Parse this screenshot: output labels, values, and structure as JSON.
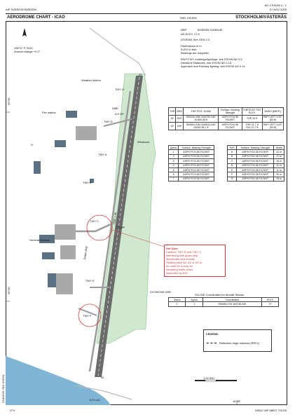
{
  "header": {
    "page_ref": "AD 2 ESOW 2 - 1",
    "date": "27 NOV 2025",
    "publisher": "AIP SVERIGE/SWEDEN",
    "chart_title": "AERODROME CHART - ICAO",
    "twr_freq": "TWR 130.605",
    "aerodrome_name": "STOCKHOLM/VÄSTERÅS"
  },
  "info": {
    "arp_label": "ARP:",
    "arp_value": "593523N 0163815E",
    "ad_elev": "AD ELEV:  21 ft",
    "legend_see": "LEGEND See GEN 2.3",
    "dims_1": "Dimensions in m.",
    "dims_2": "ELEV in feet.",
    "dims_3": "Bearings are magnetic.",
    "note_1": "RWY/TWY markings/lightings, see ESOW AD 2.9.",
    "note_2": "Declared Distances, see ESOW AD 2.13.",
    "note_3": "Approach and Runway lighting, see ESOW AD 2.14."
  },
  "var": {
    "line1": "VAR 6° E 2020",
    "line2": "Annual change +0.2°"
  },
  "rwy_table": {
    "headers": [
      "THR",
      "BRG",
      "THR POS, GUND",
      "Surface, Bearing Strength",
      "THR ELEV TDZ ELEV",
      "VASIS (MEHT)"
    ],
    "rows": [
      [
        "02",
        "009°",
        "593440.49N 0163752.04E GUND 84 ft",
        "ASPH PCN 58 F/C/W/T",
        "THR 20 ft",
        "PAPI LEFT 3.00° (54 ft)"
      ],
      [
        "20",
        "189°",
        "593604.22N 0163813.81E GUND 85.7 ft",
        "ASPH PCN 58 F/C/W/T",
        "THR 21.7 ft TDZ 21.7 ft",
        "PAPI LEFT 3.00° (59 ft)"
      ]
    ]
  },
  "apron_table": {
    "headers": [
      "Apron",
      "Surface, Bearing Strength"
    ],
    "rows": [
      [
        "1",
        "ASPH PCN 58 F/C/W/T"
      ],
      [
        "2",
        "ASPH PCN 58 F/C/W/T"
      ],
      [
        "3",
        "ASPH PCN 58 F/C/W/T"
      ],
      [
        "4",
        "ASPH PCN 58 F/C/W/T"
      ],
      [
        "5",
        "ASPH PCN 58 F/C/W/T"
      ],
      [
        "6",
        "ASPH PCN 58 F/C/W/T"
      ],
      [
        "7",
        "ASPH PCN 58 F/C/W/T"
      ]
    ]
  },
  "twy_table": {
    "headers": [
      "TWY",
      "Surface, Bearing Strength",
      "Width"
    ],
    "rows": [
      [
        "A",
        "ASPH PCN 58 F/C/W/T",
        "23 m"
      ],
      [
        "B",
        "ASPH PCN 58 F/C/W/T",
        "17 m"
      ],
      [
        "C",
        "ASPH PCN 58 F/C/W/T",
        "15 m"
      ],
      [
        "D",
        "ASPH PCN 58 F/C/W/T",
        "11 m"
      ],
      [
        "E",
        "ASPH PCN 58 F/C/W/T",
        "11 m"
      ],
      [
        "F",
        "ASPH PCN 58 F/C/W/T",
        "20 m"
      ],
      [
        "G",
        "ASPH PCN 58 F/C/W/T",
        "15 m"
      ]
    ]
  },
  "hotspot": {
    "title": "Hot Spot",
    "line1": "Caution! TWY B and TWY C",
    "line2": "interfering with grass strip",
    "line3": "departures and arrivals.",
    "line4": "Holding point A1, A2 or A3 to",
    "line5": "be used for A-resp for",
    "line6": "departing traffic when",
    "line7": "instructed by ATC."
  },
  "stands_table": {
    "title": "SCL/NE Coordinates for Aircraft Stands",
    "headers": [
      "Stand",
      "Apron",
      "Coordinates",
      "ELEV"
    ],
    "rows": [
      [
        "1",
        "1",
        "593460.17N 163746.04E",
        "27"
      ]
    ]
  },
  "legend": {
    "title": "LEGEND:",
    "item1": "Reflective edge markers (REFL)"
  },
  "map_labels": {
    "rwy_02": "02",
    "rwy_20": "20",
    "runway_text": "2582 x 45",
    "grass": "Grass strip",
    "twy_a": "TWY A",
    "twy_b": "TWY B",
    "twy_c": "TWY C",
    "twy_d": "TWY D",
    "twy_e": "TWY E",
    "twy_f": "TWY F",
    "twy_g": "TWY G",
    "fire": "Fire station",
    "weather": "Weather station",
    "dme": "DME",
    "ils_gp": "ILS GP",
    "ils_loc": "ILS LOC",
    "heli": "H",
    "general_aviation": "General Aviation",
    "bird": "Windsock",
    "svn_area": "DVONCINE ARE.",
    "arp_mark": "ARP"
  },
  "scale": {
    "text": "1:20 000"
  },
  "grid": {
    "n1": "59°36'",
    "n2": "59°35'",
    "e1": "16°38'"
  },
  "footer": {
    "left": "LFV",
    "right": "AIRAC AIP AMDT 7/2025",
    "side": "CHANGE: RDL ESOW"
  },
  "colors": {
    "grass": "#cfe8cf",
    "runway": "#6b6b6b",
    "taxiway": "#9a9a9a",
    "building": "#5a7184",
    "water": "#7fb6d6",
    "hotspot": "#d23c3c"
  }
}
